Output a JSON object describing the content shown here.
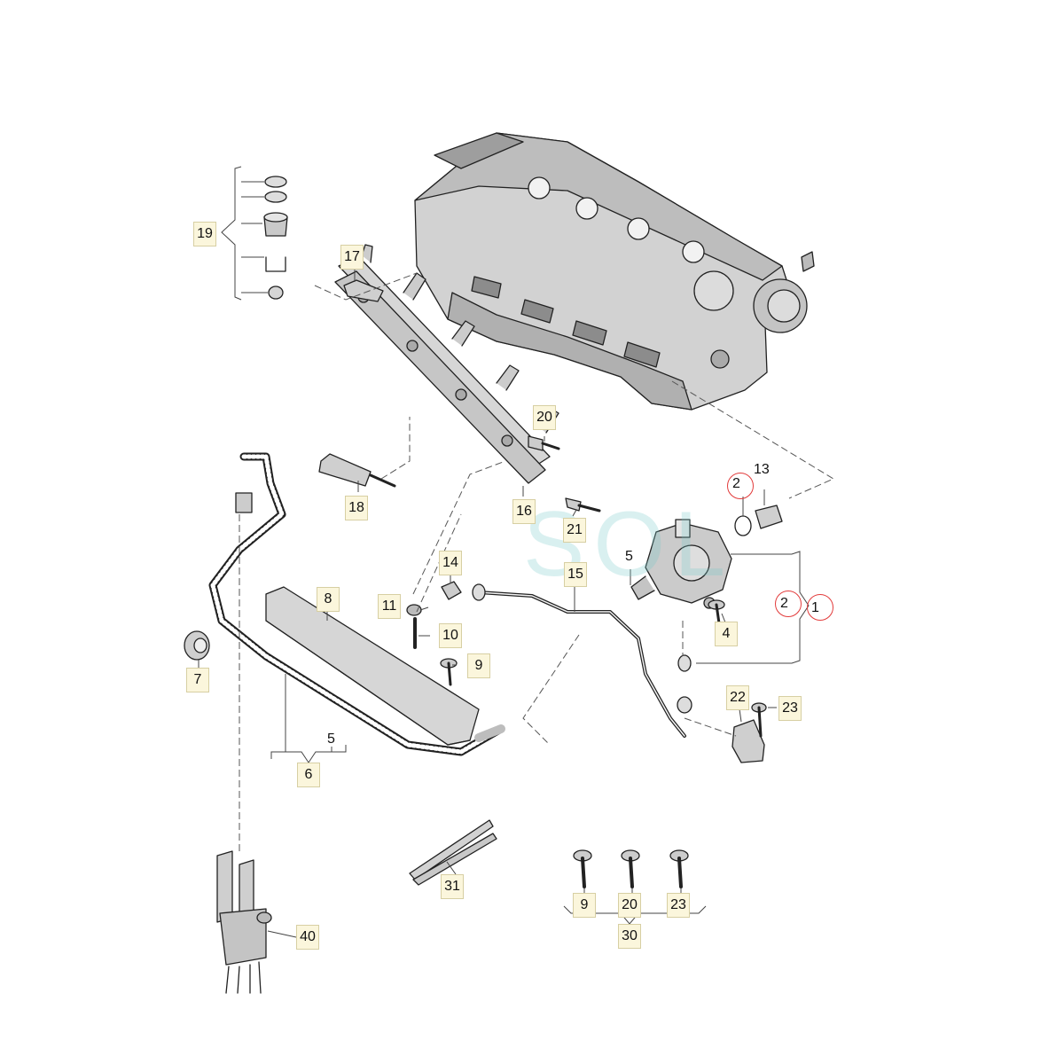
{
  "watermark": "SOL",
  "callouts": {
    "c1": "1",
    "c2a": "2",
    "c2b": "2",
    "c4": "4",
    "c5a": "5",
    "c5b": "5",
    "c6": "6",
    "c7": "7",
    "c8": "8",
    "c9a": "9",
    "c9b": "9",
    "c10": "10",
    "c11": "11",
    "c13": "13",
    "c14": "14",
    "c15": "15",
    "c16": "16",
    "c17": "17",
    "c18": "18",
    "c19": "19",
    "c20a": "20",
    "c20b": "20",
    "c21": "21",
    "c22": "22",
    "c23a": "23",
    "c23b": "23",
    "c30": "30",
    "c31": "31",
    "c40": "40"
  },
  "highlight_color": "#e23b3b"
}
